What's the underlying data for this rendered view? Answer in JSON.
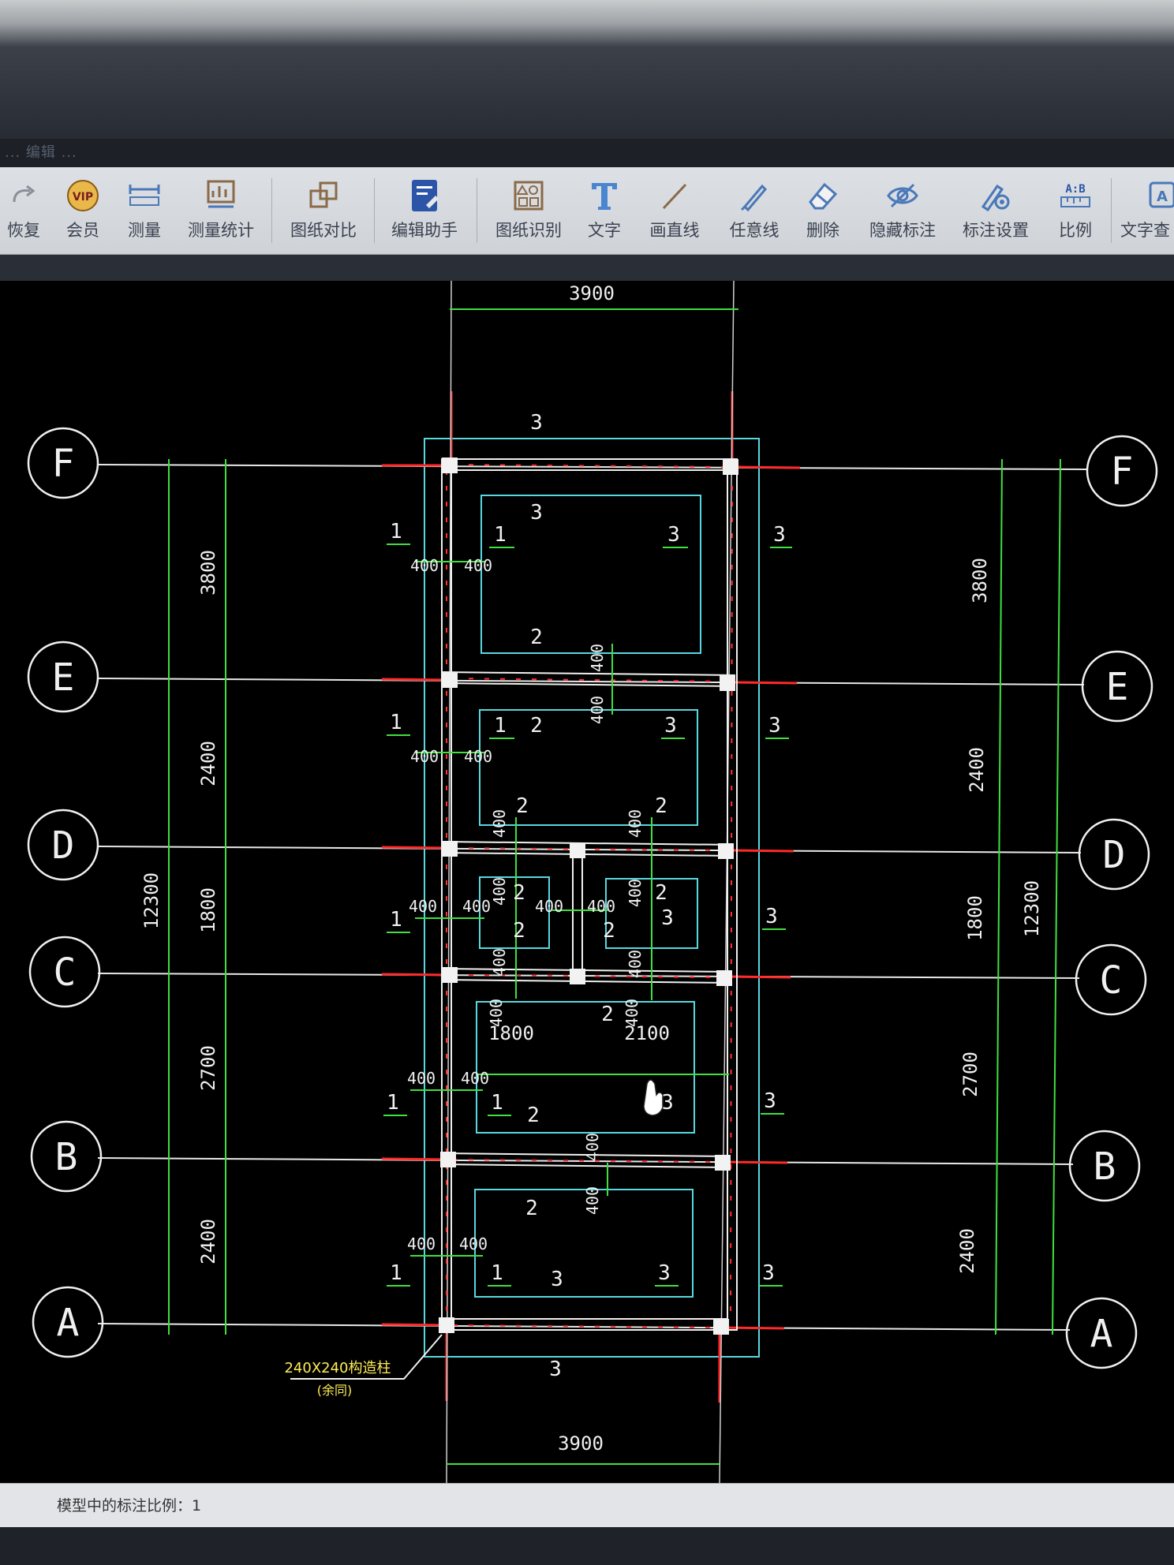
{
  "window": {
    "title": "... 编辑 ..."
  },
  "toolbar": {
    "items": [
      {
        "label": "恢复",
        "icon": "redo-icon"
      },
      {
        "label": "会员",
        "icon": "vip-icon"
      },
      {
        "label": "测量",
        "icon": "measure-icon"
      },
      {
        "label": "测量统计",
        "icon": "measure-stats-icon"
      },
      {
        "label": "图纸对比",
        "icon": "compare-icon"
      },
      {
        "label": "编辑助手",
        "icon": "edit-assistant-icon"
      },
      {
        "label": "图纸识别",
        "icon": "recognize-icon"
      },
      {
        "label": "文字",
        "icon": "text-icon"
      },
      {
        "label": "画直线",
        "icon": "line-icon"
      },
      {
        "label": "任意线",
        "icon": "freehand-icon"
      },
      {
        "label": "删除",
        "icon": "eraser-icon"
      },
      {
        "label": "隐藏标注",
        "icon": "hide-eye-icon"
      },
      {
        "label": "标注设置",
        "icon": "annotation-settings-icon"
      },
      {
        "label": "比例",
        "icon": "scale-icon"
      },
      {
        "label": "文字查",
        "icon": "text-search-icon"
      }
    ],
    "scale_icon_text": "A:B"
  },
  "drawing": {
    "axes": {
      "F": "F",
      "E": "E",
      "D": "D",
      "C": "C",
      "B": "B",
      "A": "A"
    },
    "dims": {
      "width_top": "3900",
      "width_bottom": "3900",
      "d_fe": "3800",
      "d_ed": "2400",
      "d_dc": "1800",
      "d_cb": "2700",
      "d_ba": "2400",
      "total": "12300",
      "w400": "400",
      "w1800": "1800",
      "w2100": "2100"
    },
    "marks": {
      "one": "1",
      "two": "2",
      "three": "3"
    },
    "column_note": "240X240构造柱",
    "column_note_sub": "(余同)"
  },
  "status": {
    "text": "模型中的标注比例：1"
  }
}
